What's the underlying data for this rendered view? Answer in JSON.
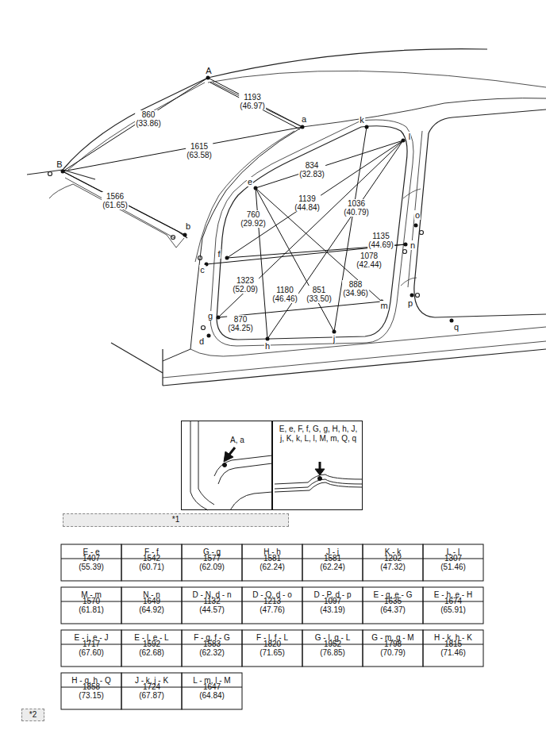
{
  "diagram": {
    "nodes": [
      {
        "text": [
          "A, a"
        ]
      },
      {
        "text": [
          "E, e, F, f, G, g, H, h, J, j, K, k, L, l, M, m, Q, q"
        ]
      },
      {
        "text": [
          "*1"
        ]
      },
      {
        "text": [
          "*2"
        ]
      }
    ],
    "labels": [
      "A",
      "a",
      "B",
      "b",
      "c",
      "d",
      "e",
      "f",
      "g",
      "h",
      "j",
      "k",
      "l",
      "m",
      "n",
      "o",
      "p",
      "q",
      "1193 (46.97)",
      "860 (33.86)",
      "1615 (63.58)",
      "1566 (61.65)",
      "834 (32.83)",
      "1139 (44.84)",
      "760 (29.92)",
      "1036 (40.79)",
      "1135 (44.69)",
      "1078 (42.44)",
      "1323 (52.09)",
      "1180 (46.46)",
      "851 (33.50)",
      "888 (34.96)",
      "870 (34.25)",
      "E - e",
      "1407 (55.39)",
      "F - f",
      "1542 (60.71)",
      "G - g",
      "1577 (62.09)",
      "H - h",
      "1581 (62.24)",
      "J - j",
      "1581 (62.24)",
      "K - k",
      "1202 (47.32)",
      "L - l",
      "1307 (51.46)",
      "M - m",
      "1570 (61.81)",
      "N - n",
      "1649 (64.92)",
      "D - N, d - n",
      "1132 (44.57)",
      "D - O, d - o",
      "1213 (47.76)",
      "D - P, d - p",
      "1097 (43.19)",
      "E - g, e - G",
      "1635 (64.37)",
      "E - h, e - H",
      "1674 (65.91)",
      "E - j, e - J",
      "1717 (67.60)",
      "E - l, e - L",
      "1592 (62.68)",
      "F - g, f - G",
      "1583 (62.32)",
      "F - l, f - L",
      "1820 (71.65)",
      "G - l, g - L",
      "1952 (76.85)",
      "G - m, g - M",
      "1798 (70.79)",
      "H - k, h - K",
      "1815 (71.46)",
      "H - q, h - Q",
      "1858 (73.15)",
      "J - k, j - K",
      "1724 (67.87)",
      "L - m, l - M",
      "1647 (64.84)"
    ]
  }
}
